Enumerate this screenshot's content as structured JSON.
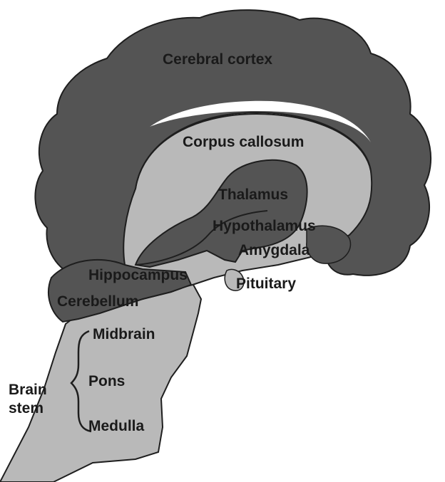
{
  "colors": {
    "dark_region": "#545454",
    "light_region": "#b9b9b9",
    "outline": "#1e1e1e",
    "label": "#1a1a1a",
    "background": "#ffffff"
  },
  "labels": {
    "cerebral_cortex": "Cerebral cortex",
    "corpus_callosum": "Corpus callosum",
    "thalamus": "Thalamus",
    "hypothalamus": "Hypothalamus",
    "amygdala": "Amygdala",
    "hippocampus": "Hippocampus",
    "pituitary": "Pituitary",
    "cerebellum": "Cerebellum",
    "midbrain": "Midbrain",
    "pons": "Pons",
    "medulla": "Medulla",
    "brain_stem_line1": "Brain",
    "brain_stem_line2": "stem"
  }
}
